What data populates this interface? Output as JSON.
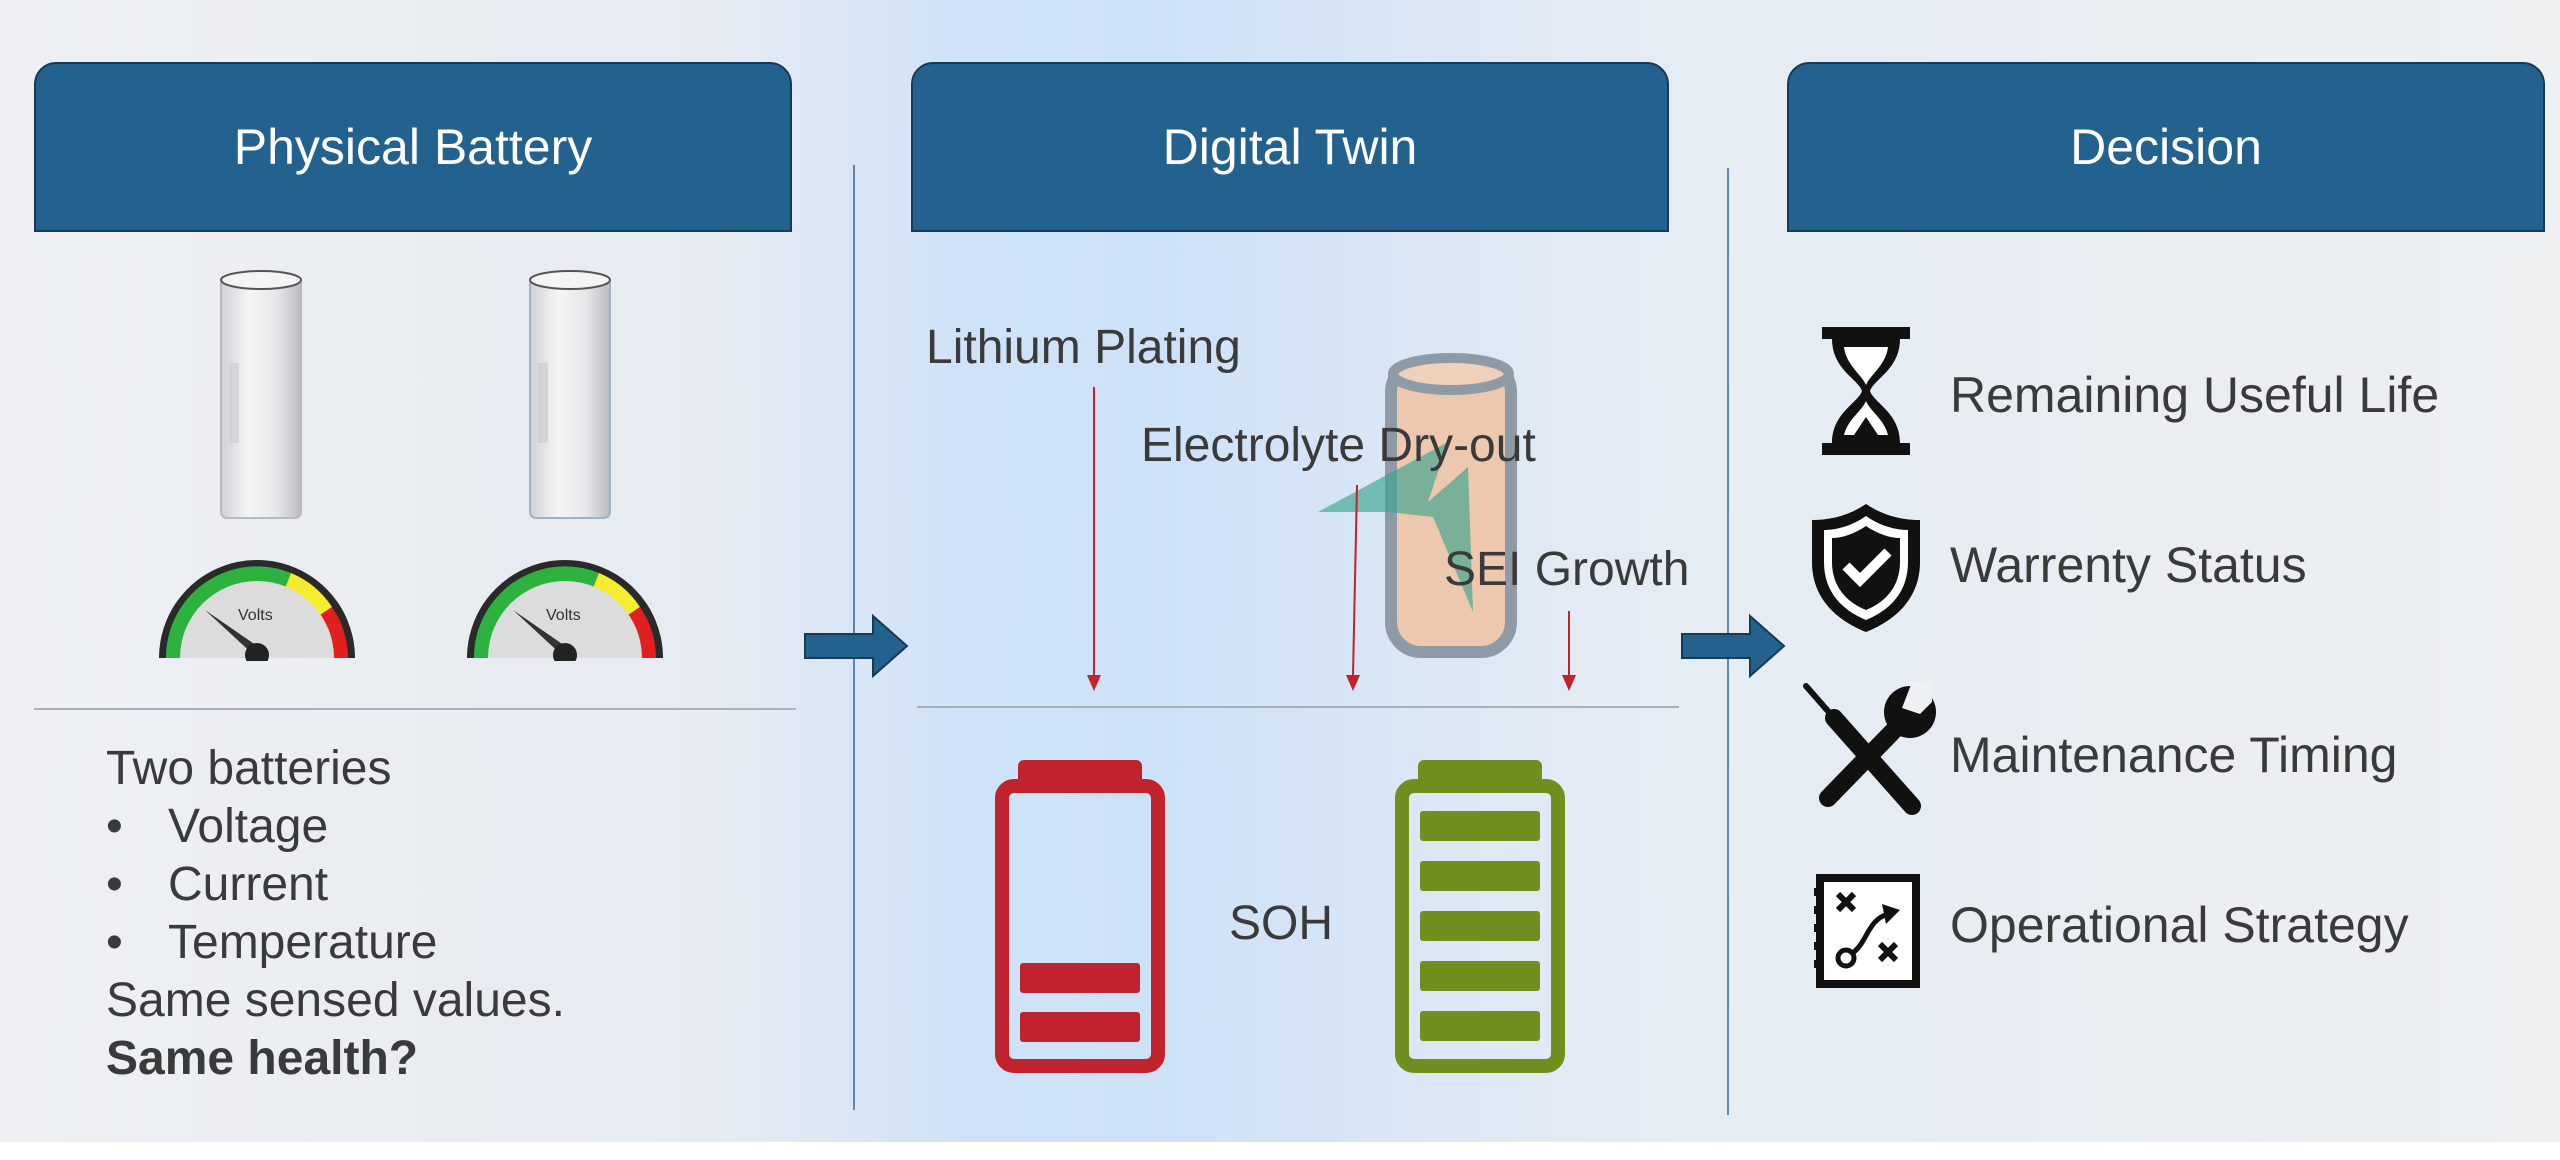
{
  "columns": {
    "physical": {
      "title": "Physical Battery"
    },
    "twin": {
      "title": "Digital Twin"
    },
    "decision": {
      "title": "Decision"
    }
  },
  "gauges": [
    {
      "label": "Volts"
    },
    {
      "label": "Volts"
    }
  ],
  "physical_notes": {
    "intro": "Two batteries",
    "bullet_char": "•",
    "bullets": [
      "Voltage",
      "Current",
      "Temperature"
    ],
    "statement": "Same sensed values.",
    "question": "Same health?"
  },
  "degradation_modes": [
    "Lithium Plating",
    "Electrolyte Dry-out",
    "SEI Growth"
  ],
  "soh_label": "SOH",
  "battery_levels": [
    {
      "state": "low",
      "filled_bars": 2,
      "total_bars": 5,
      "color": "#c0232b"
    },
    {
      "state": "full",
      "filled_bars": 5,
      "total_bars": 5,
      "color": "#6f901f"
    }
  ],
  "decisions": [
    {
      "label": "Remaining Useful Life",
      "icon": "hourglass-icon"
    },
    {
      "label": "Warrenty Status",
      "icon": "shield-check-icon"
    },
    {
      "label": "Maintenance Timing",
      "icon": "tools-icon"
    },
    {
      "label": "Operational Strategy",
      "icon": "strategy-board-icon"
    }
  ],
  "colors": {
    "header": "#23618f",
    "arrow": "#23618f",
    "low_battery": "#c0232b",
    "full_battery": "#6f901f",
    "indicator_arrow": "#c0232b"
  }
}
